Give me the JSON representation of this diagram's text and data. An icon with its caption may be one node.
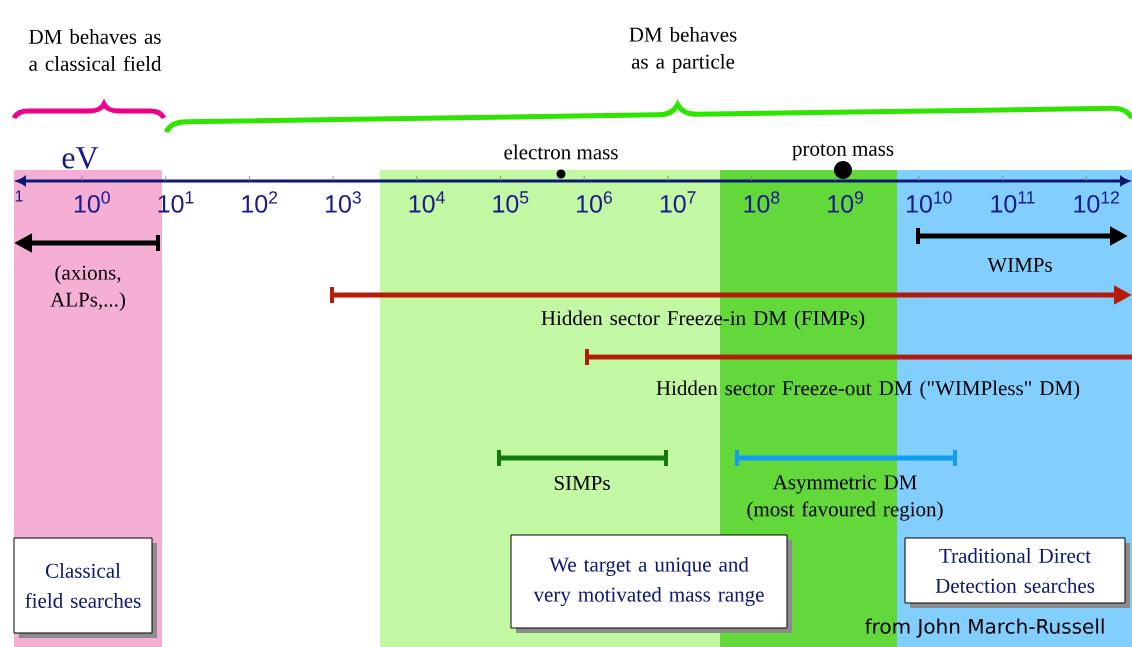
{
  "diagram": {
    "nodes": [
      {
        "text": [
          "Classical field searches"
        ]
      },
      {
        "text": [
          "We target a unique and very motivated mass range"
        ]
      },
      {
        "text": [
          "Traditional Direct Detection searches"
        ]
      }
    ],
    "labels": [
      "DM behaves as a classical field",
      "DM behaves as a particle",
      "eV",
      "electron mass",
      "proton mass",
      "1",
      "10$^{0}$",
      "10$^{1}$",
      "10$^{2}$",
      "10$^{3}$",
      "10$^{4}$",
      "10$^{5}$",
      "10$^{6}$",
      "10$^{7}$",
      "10$^{8}$",
      "10$^{9}$",
      "10$^{10}$",
      "10$^{11}$",
      "10$^{12}$",
      "(axions, ALPs,...)",
      "WIMPs",
      "Hidden sector Freeze-in DM (FIMPs)",
      "Hidden sector Freeze-out DM (\"WIMPless\" DM)",
      "SIMPs",
      "Asymmetric DM (most favoured region)",
      "from John March-Russell"
    ]
  }
}
